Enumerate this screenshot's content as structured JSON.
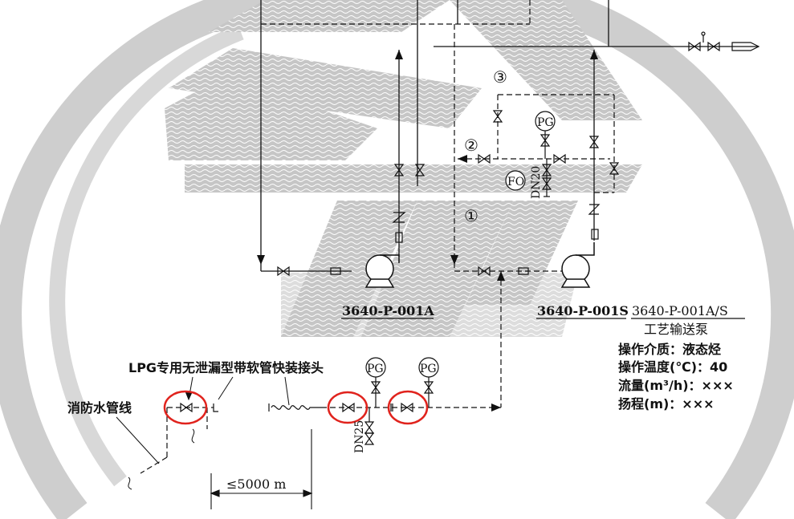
{
  "pumps": {
    "pump_a": "3640-P-001A",
    "pump_s": "3640-P-001S"
  },
  "info": {
    "tag": "3640-P-001A/S",
    "name": "工艺输送泵",
    "medium": "操作介质：液态烃",
    "temperature": "操作温度(℃)：40",
    "flow": "流量(m³/h)：×××",
    "head": "扬程(m)：×××"
  },
  "labels": {
    "circle1": "①",
    "circle2": "②",
    "circle3": "③",
    "pg": "PG",
    "fo": "FO",
    "dn20": "DN20",
    "dn25": "DN25",
    "lpg_connector": "LPG专用无泄漏型带软管快装接头",
    "fire_water": "消防水管线",
    "distance": "≤5000 m"
  },
  "colors": {
    "line": "#111111",
    "highlight": "#e0231d",
    "watermark": "#c8c8c8"
  }
}
